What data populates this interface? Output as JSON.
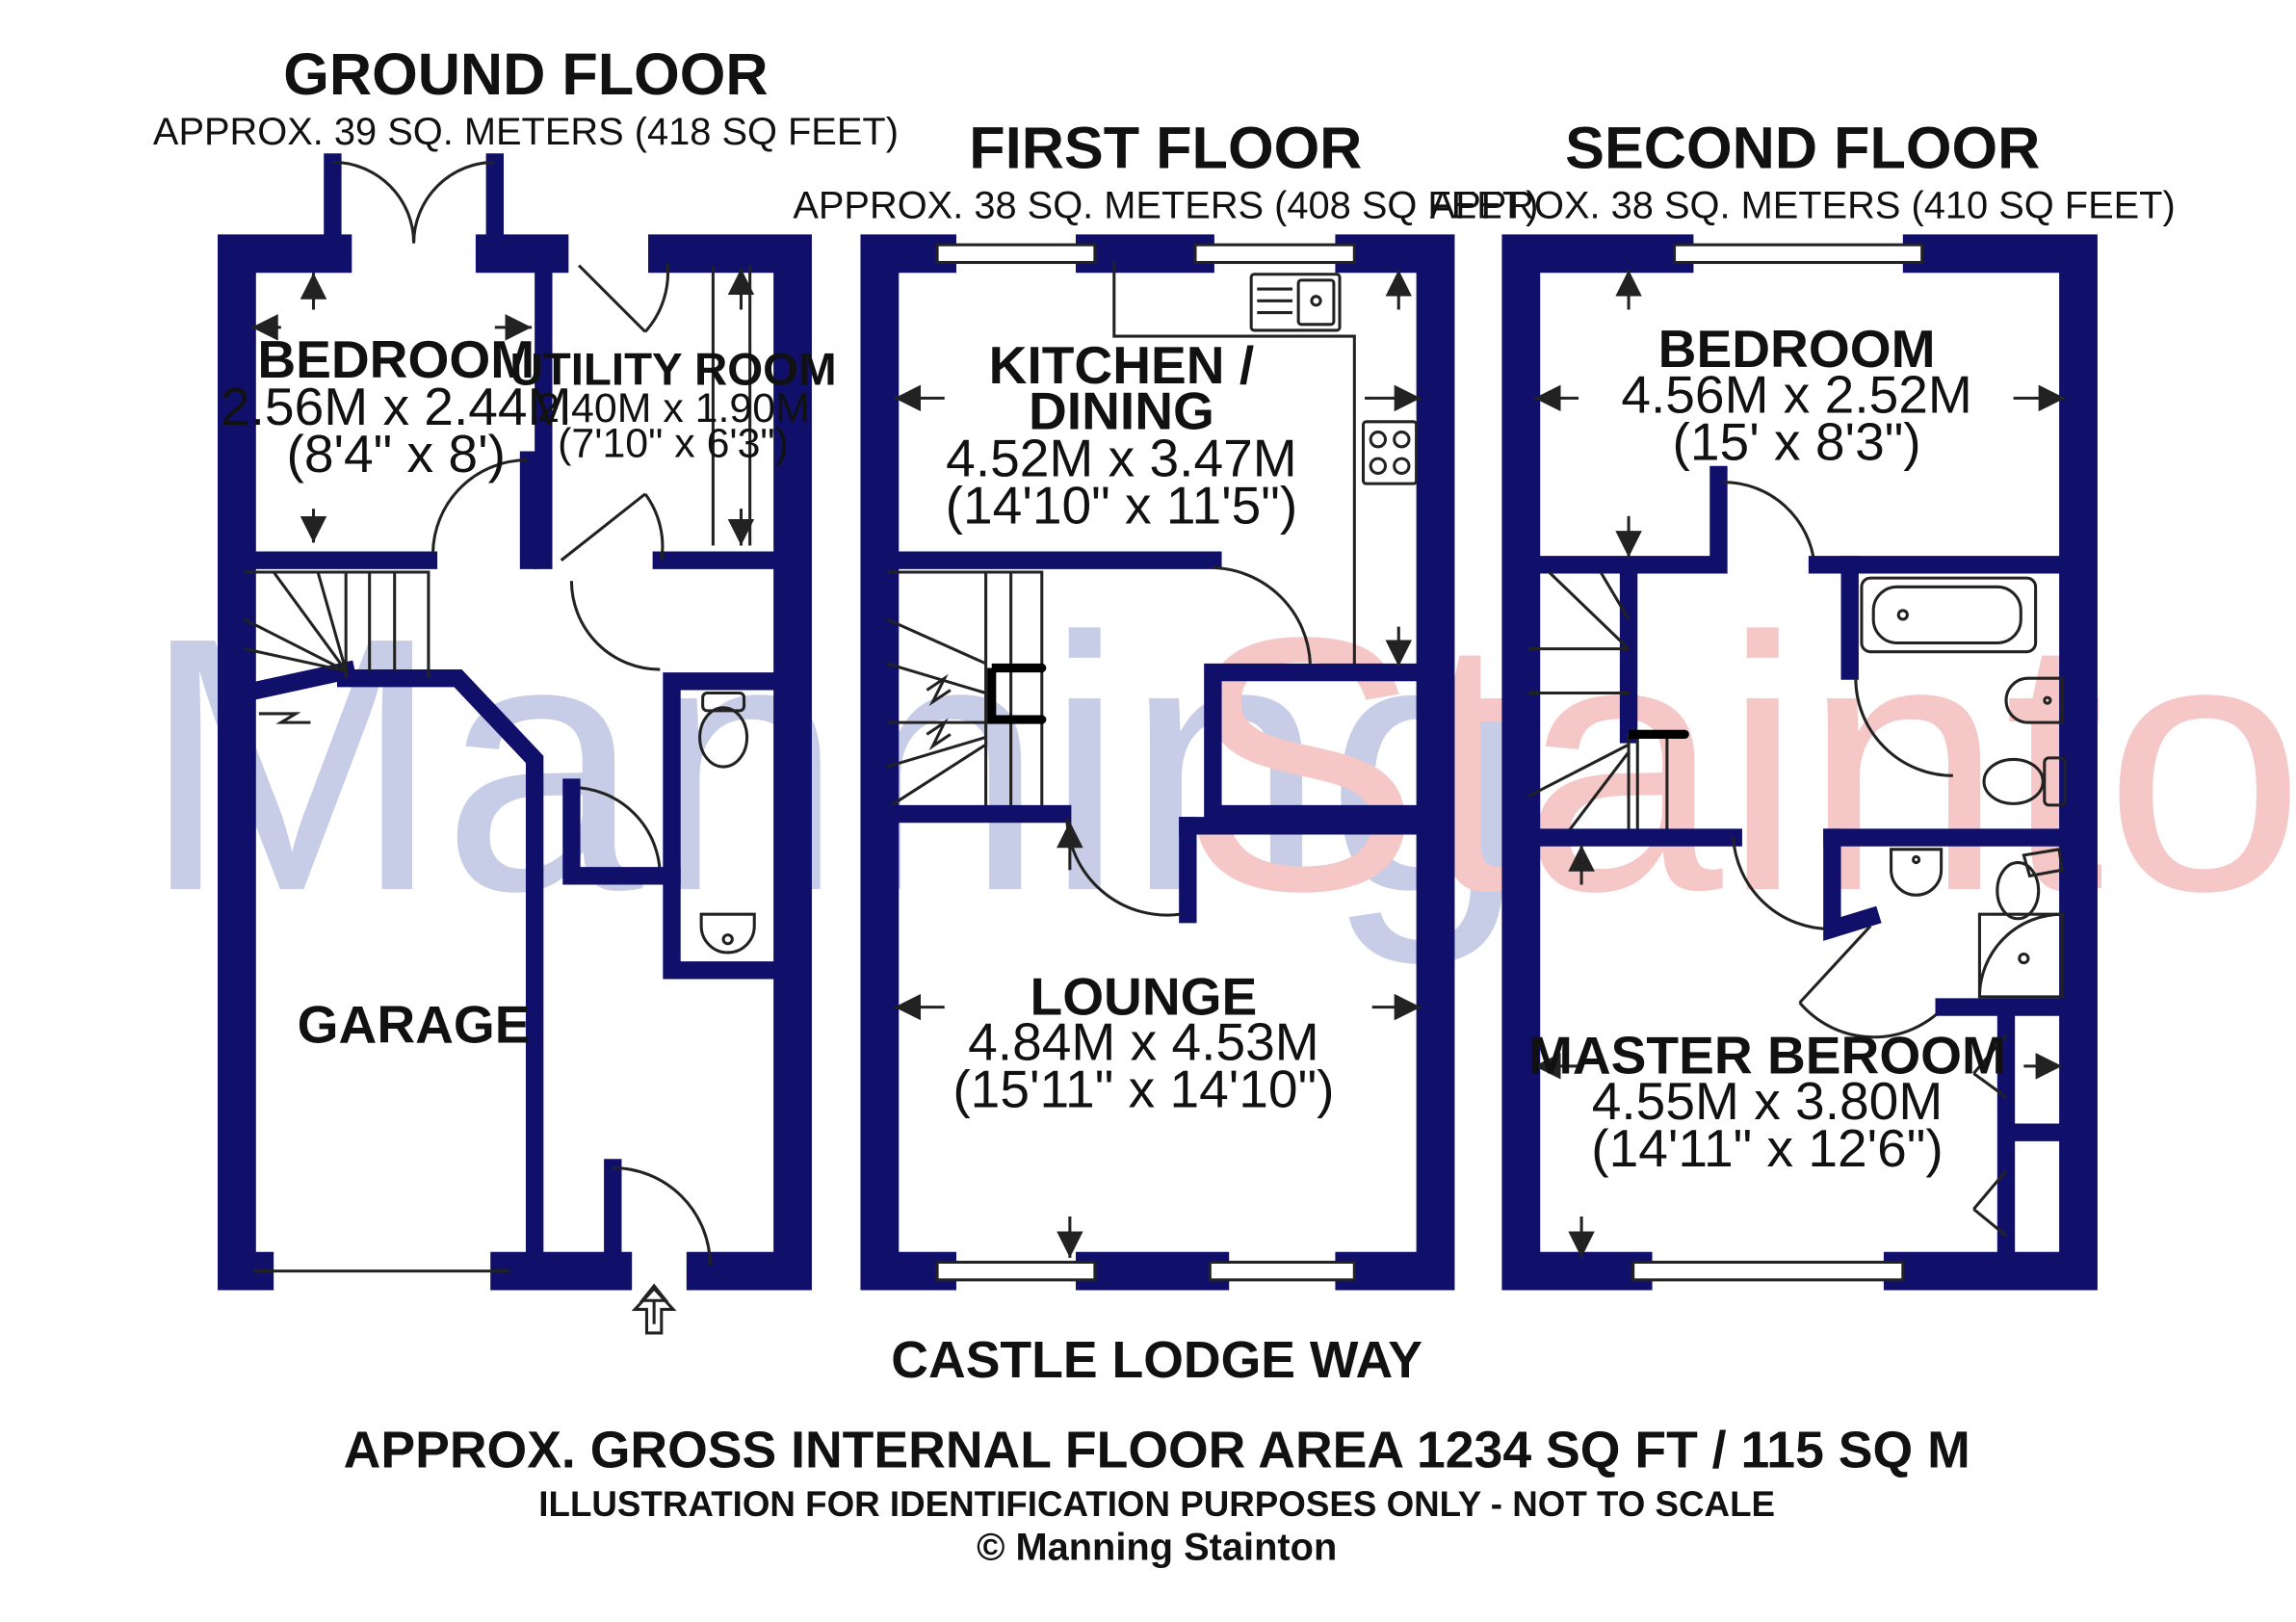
{
  "watermark": {
    "part1": "Manning",
    "part2": "Stainton",
    "colors": {
      "part1": "#c7cde6",
      "part2": "#f5c7c7"
    }
  },
  "colors": {
    "wall": "#10106a",
    "text": "#111111",
    "background": "#ffffff"
  },
  "floors": {
    "ground": {
      "title": "GROUND FLOOR",
      "area": "APPROX. 39 SQ. METERS (418 SQ FEET)",
      "rooms": {
        "bedroom": {
          "name": "BEDROOM",
          "metric": "2.56M x 2.44M",
          "imperial": "(8'4\" x 8')"
        },
        "utility": {
          "name": "UTILITY ROOM",
          "metric": "2.40M x 1.90M",
          "imperial": "(7'10\" x 6'3\")"
        },
        "garage": {
          "name": "GARAGE"
        }
      }
    },
    "first": {
      "title": "FIRST FLOOR",
      "area": "APPROX. 38 SQ. METERS (408 SQ FEET)",
      "rooms": {
        "kitchen": {
          "name_line1": "KITCHEN /",
          "name_line2": "DINING",
          "metric": "4.52M x 3.47M",
          "imperial": "(14'10\" x 11'5\")"
        },
        "lounge": {
          "name": "LOUNGE",
          "metric": "4.84M x 4.53M",
          "imperial": "(15'11\" x 14'10\")"
        }
      }
    },
    "second": {
      "title": "SECOND FLOOR",
      "area": "APPROX. 38 SQ. METERS (410 SQ FEET)",
      "rooms": {
        "bedroom": {
          "name": "BEDROOM",
          "metric": "4.56M x 2.52M",
          "imperial": "(15' x 8'3\")"
        },
        "master": {
          "name": "MASTER BEROOM",
          "metric": "4.55M x 3.80M",
          "imperial": "(14'11\" x 12'6\")"
        }
      }
    }
  },
  "street": "CASTLE LODGE WAY",
  "footer": {
    "total_area": "APPROX. GROSS INTERNAL FLOOR AREA 1234 SQ FT / 115 SQ M",
    "disclaimer": "ILLUSTRATION FOR IDENTIFICATION PURPOSES ONLY - NOT TO SCALE",
    "copyright": "© Manning Stainton"
  }
}
